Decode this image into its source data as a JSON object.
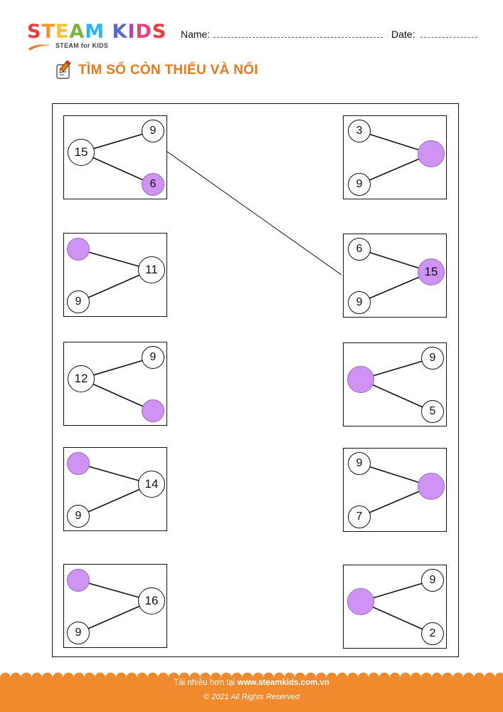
{
  "header": {
    "logo_letters": [
      {
        "ch": "S",
        "color": "#EE3A3A"
      },
      {
        "ch": "T",
        "color": "#F7941D"
      },
      {
        "ch": "E",
        "color": "#FBC02D"
      },
      {
        "ch": "A",
        "color": "#7CB342"
      },
      {
        "ch": "M",
        "color": "#29B6F6"
      },
      {
        "ch": " ",
        "color": "#000000"
      },
      {
        "ch": "K",
        "color": "#5C6BC0"
      },
      {
        "ch": "I",
        "color": "#AB47BC"
      },
      {
        "ch": "D",
        "color": "#EC407A"
      },
      {
        "ch": "S",
        "color": "#EE3A3A"
      }
    ],
    "logo_sub": "STEAM for KIDS",
    "name_label": "Name:",
    "date_label": "Date:"
  },
  "title": "TÌM SỐ CÒN THIẾU VÀ NỐI",
  "title_icon": "pencil-paper-icon",
  "colors": {
    "accent": "#E87A1E",
    "fill": "#CE93F5",
    "footer": "#F08A2C"
  },
  "left_boxes": [
    {
      "whole": "15",
      "top": "9",
      "bottom": "6",
      "filled": "bottom"
    },
    {
      "whole": "11",
      "top": "",
      "bottom": "9",
      "filled": "top"
    },
    {
      "whole": "12",
      "top": "9",
      "bottom": "",
      "filled": "bottom"
    },
    {
      "whole": "14",
      "top": "",
      "bottom": "9",
      "filled": "top"
    },
    {
      "whole": "16",
      "top": "",
      "bottom": "9",
      "filled": "top"
    }
  ],
  "right_boxes": [
    {
      "whole": "",
      "top": "3",
      "bottom": "9",
      "filled": "whole"
    },
    {
      "whole": "15",
      "top": "6",
      "bottom": "9",
      "filled": "whole"
    },
    {
      "whole": "",
      "top": "9",
      "bottom": "5",
      "filled": "whole"
    },
    {
      "whole": "",
      "top": "9",
      "bottom": "7",
      "filled": "whole"
    },
    {
      "whole": "",
      "top": "9",
      "bottom": "2",
      "filled": "whole"
    }
  ],
  "example_connection": {
    "from": "left-1",
    "to": "right-2"
  },
  "footer": {
    "line1_prefix": "Tải nhiều hơn tại",
    "line1_site": "www.steamkids.com.vn",
    "line2": "© 2021 All Rights Reserved"
  }
}
